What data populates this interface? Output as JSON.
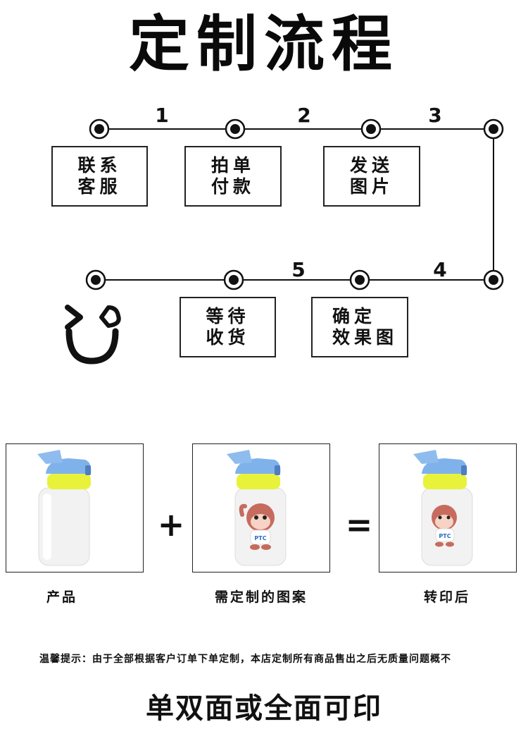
{
  "title": "定制流程",
  "steps": [
    {
      "number": "1",
      "line1": "联系",
      "line2": "客服"
    },
    {
      "number": "2",
      "line1": "拍单",
      "line2": "付款"
    },
    {
      "number": "3",
      "line1": "发送",
      "line2": "图片"
    },
    {
      "number": "4",
      "line1": "确定",
      "line2": "效果图"
    },
    {
      "number": "5",
      "line1": "等待",
      "line2": "收货"
    }
  ],
  "smiley_icon": "winking-smile-icon",
  "products": {
    "items": [
      {
        "caption": "产品",
        "variant": "blank-bottle"
      },
      {
        "caption": "需定制的图案",
        "variant": "pattern-bottle"
      },
      {
        "caption": "转印后",
        "variant": "printed-bottle"
      }
    ],
    "plus": "+",
    "equals": "=",
    "print_badge": "PTC"
  },
  "notice": "温馨提示：由于全部根据客户订单下单定制，本店定制所有商品售出之后无质量问题概不",
  "footer": "单双面或全面可印",
  "colors": {
    "cap_blue": "#7fb2ea",
    "cap_yellow": "#e9f23a",
    "bottle_white": "#f3f3f3",
    "ink": "#111111"
  }
}
